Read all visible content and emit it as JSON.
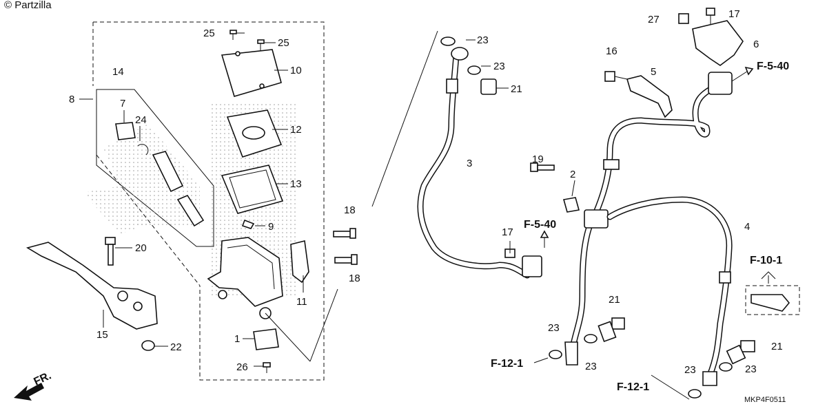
{
  "copyright": "© Partzilla",
  "diagram_code": "MKP4F0511",
  "direction_label": "FR.",
  "part_labels": {
    "p1": "1",
    "p2": "2",
    "p3": "3",
    "p4": "4",
    "p5": "5",
    "p6": "6",
    "p7": "7",
    "p8": "8",
    "p9": "9",
    "p10": "10",
    "p11": "11",
    "p12": "12",
    "p13": "13",
    "p14": "14",
    "p15": "15",
    "p16": "16",
    "p17": "17",
    "p18": "18",
    "p19": "19",
    "p20": "20",
    "p21": "21",
    "p22": "22",
    "p23": "23",
    "p24": "24",
    "p25": "25",
    "p26": "26",
    "p27": "27"
  },
  "references": {
    "f540": "F-5-40",
    "f1012": "F-10-1",
    "f121": "F-12-1"
  }
}
